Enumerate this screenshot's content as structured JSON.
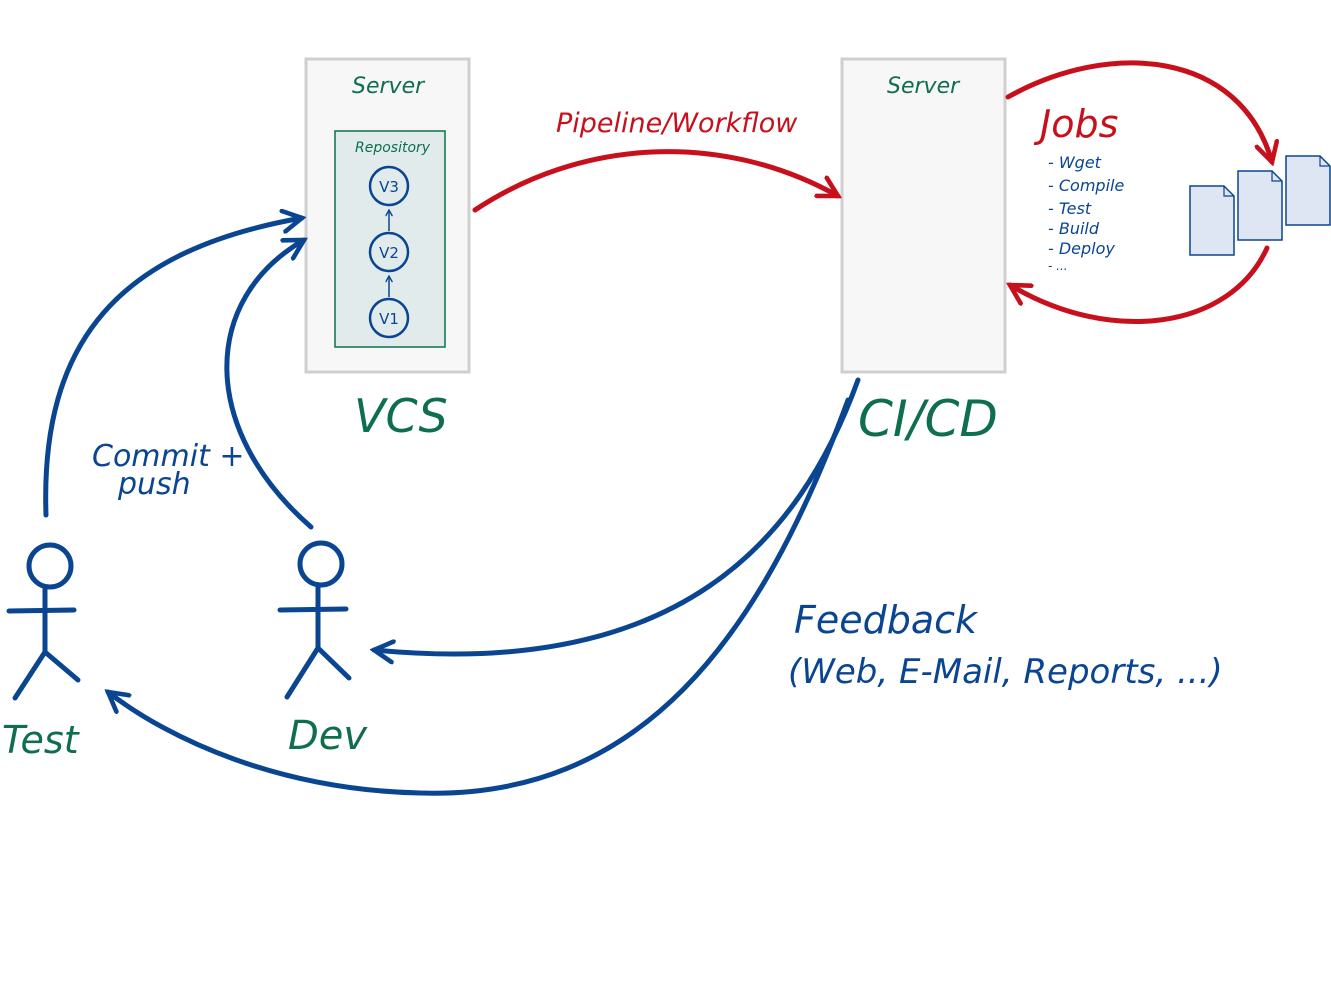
{
  "vcs": {
    "server_label": "Server",
    "repository_label": "Repository",
    "versions": [
      "V3",
      "V2",
      "V1"
    ],
    "title": "VCS"
  },
  "cicd": {
    "server_label": "Server",
    "title": "CI/CD"
  },
  "pipeline_label": "Pipeline/Workflow",
  "jobs": {
    "title": "Jobs",
    "items": [
      "- Wget",
      "- Compile",
      "- Test",
      "- Build",
      "- Deploy",
      "- ..."
    ]
  },
  "commit_label": {
    "line1": "Commit +",
    "line2": "push"
  },
  "actors": {
    "test": "Test",
    "dev": "Dev"
  },
  "feedback": {
    "line1": "Feedback",
    "line2": "(Web, E-Mail, Reports, ...)"
  },
  "colors": {
    "green": "#0f6e4b",
    "blue": "#0a4591",
    "red": "#c8101c",
    "server_fill": "#f7f7f7",
    "server_border": "#cfcfcf",
    "repo_fill": "#e1ebec",
    "doc_fill": "#dde6f2"
  }
}
